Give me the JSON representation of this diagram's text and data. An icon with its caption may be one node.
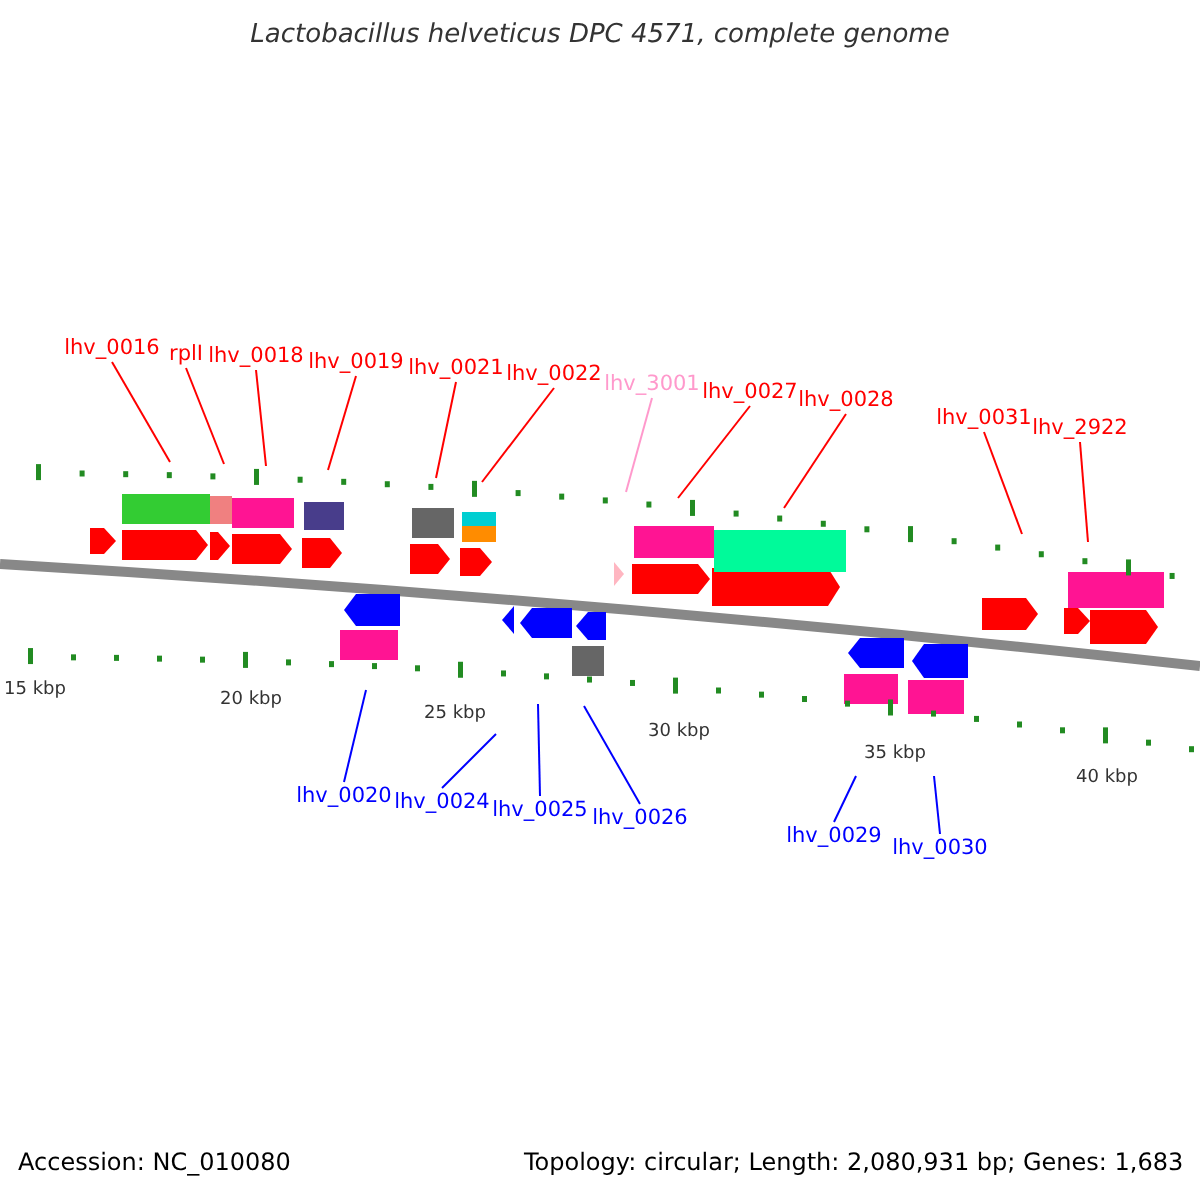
{
  "diagram": {
    "title": "Lactobacillus helveticus DPC 4571, complete genome",
    "nodes": [
      {
        "text": [
          "lhv_0016"
        ]
      },
      {
        "text": [
          "rplI"
        ]
      },
      {
        "text": [
          "lhv_0018"
        ]
      },
      {
        "text": [
          "lhv_0019"
        ]
      },
      {
        "text": [
          "lhv_0021"
        ]
      },
      {
        "text": [
          "lhv_0022"
        ]
      },
      {
        "text": [
          "lhv_3001"
        ]
      },
      {
        "text": [
          "lhv_0027"
        ]
      },
      {
        "text": [
          "lhv_0028"
        ]
      },
      {
        "text": [
          "lhv_0031"
        ]
      },
      {
        "text": [
          "lhv_2922"
        ]
      },
      {
        "text": [
          "lhv_0020"
        ]
      },
      {
        "text": [
          "lhv_0024"
        ]
      },
      {
        "text": [
          "lhv_0025"
        ]
      },
      {
        "text": [
          "lhv_0026"
        ]
      },
      {
        "text": [
          "lhv_0029"
        ]
      },
      {
        "text": [
          "lhv_0030"
        ]
      }
    ],
    "edges": [
      {
        "from": 0,
        "to": null,
        "arrow": "none"
      },
      {
        "from": 1,
        "to": null,
        "arrow": "none"
      },
      {
        "from": 2,
        "to": null,
        "arrow": "none"
      },
      {
        "from": 3,
        "to": null,
        "arrow": "none"
      },
      {
        "from": 4,
        "to": null,
        "arrow": "none"
      },
      {
        "from": 5,
        "to": null,
        "arrow": "none"
      },
      {
        "from": 6,
        "to": null,
        "arrow": "none",
        "color": "#ff99cc"
      },
      {
        "from": 7,
        "to": null,
        "arrow": "none"
      },
      {
        "from": 8,
        "to": null,
        "arrow": "none"
      },
      {
        "from": 9,
        "to": null,
        "arrow": "none"
      },
      {
        "from": 10,
        "to": null,
        "arrow": "none"
      },
      {
        "from": 11,
        "to": null,
        "arrow": "none",
        "color": "#0000ff"
      },
      {
        "from": 12,
        "to": null,
        "arrow": "none",
        "color": "#0000ff"
      },
      {
        "from": 13,
        "to": null,
        "arrow": "none",
        "color": "#0000ff"
      },
      {
        "from": 14,
        "to": null,
        "arrow": "none",
        "color": "#0000ff"
      },
      {
        "from": 15,
        "to": null,
        "arrow": "none",
        "color": "#0000ff"
      },
      {
        "from": 16,
        "to": null,
        "arrow": "none",
        "color": "#0000ff"
      }
    ],
    "labels": [
      "15 kbp",
      "20 kbp",
      "25 kbp",
      "30 kbp",
      "35 kbp",
      "40 kbp",
      "Accession: NC_010080",
      "Topology: circular; Length: 2,080,931 bp; Genes: 1,683"
    ]
  }
}
